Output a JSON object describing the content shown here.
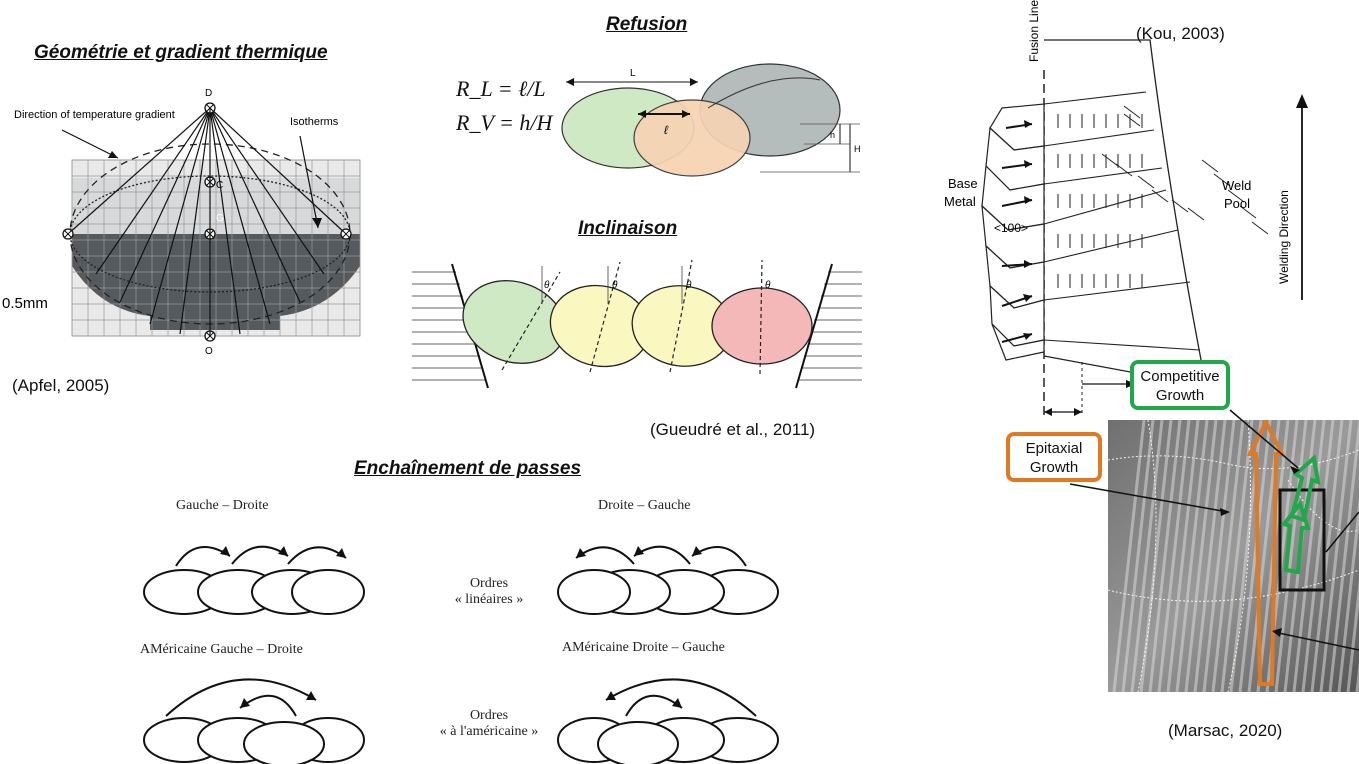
{
  "sections": {
    "geometry": {
      "title": "Géométrie et gradient thermique",
      "citation": "(Apfel, 2005)",
      "labels": {
        "direction": "Direction of temperature gradient",
        "isotherms": "Isotherms",
        "d": "D",
        "c": "C",
        "g": "G",
        "o": "O",
        "scale": "0.5mm"
      }
    },
    "refusion": {
      "title": "Refusion",
      "formula_rl": "R_L = ℓ/L",
      "formula_rv": "R_V = h/H",
      "labels": {
        "L": "L",
        "l": "ℓ",
        "h": "h",
        "H": "H"
      }
    },
    "inclinaison": {
      "title": "Inclinaison",
      "citation": "(Gueudré et al., 2011)"
    },
    "enchainement": {
      "title": "Enchaînement de passes",
      "gauche_droite": "Gauche – Droite",
      "droite_gauche": "Droite – Gauche",
      "ordres_lineaires_1": "Ordres",
      "ordres_lineaires_2": "« linéaires »",
      "americaine_gd": "AMéricaine Gauche – Droite",
      "americaine_dg": "AMéricaine Droite – Gauche",
      "ordres_americaine_1": "Ordres",
      "ordres_americaine_2": "« à l'américaine »"
    },
    "growth": {
      "citation_kou": "(Kou, 2003)",
      "citation_marsac": "(Marsac, 2020)",
      "fusion_line": "Fusion Line",
      "base_metal_1": "Base",
      "base_metal_2": "Metal",
      "weld_pool_1": "Weld",
      "weld_pool_2": "Pool",
      "welding_direction": "Welding Direction",
      "orientation": "<100>",
      "competitive_1": "Competitive",
      "competitive_2": "Growth",
      "epitaxial_1": "Epitaxial",
      "epitaxial_2": "Growth"
    }
  },
  "colors": {
    "green_bead": "#cfe9c4",
    "peach_bead": "#f7d3b3",
    "grey_bead": "#b4bcbc",
    "yellow_bead": "#fbf7c0",
    "pink_bead": "#f4b8b8",
    "orange_accent": "#e07a22",
    "green_accent": "#21a84a",
    "dark_pool": "#4a4f55"
  }
}
